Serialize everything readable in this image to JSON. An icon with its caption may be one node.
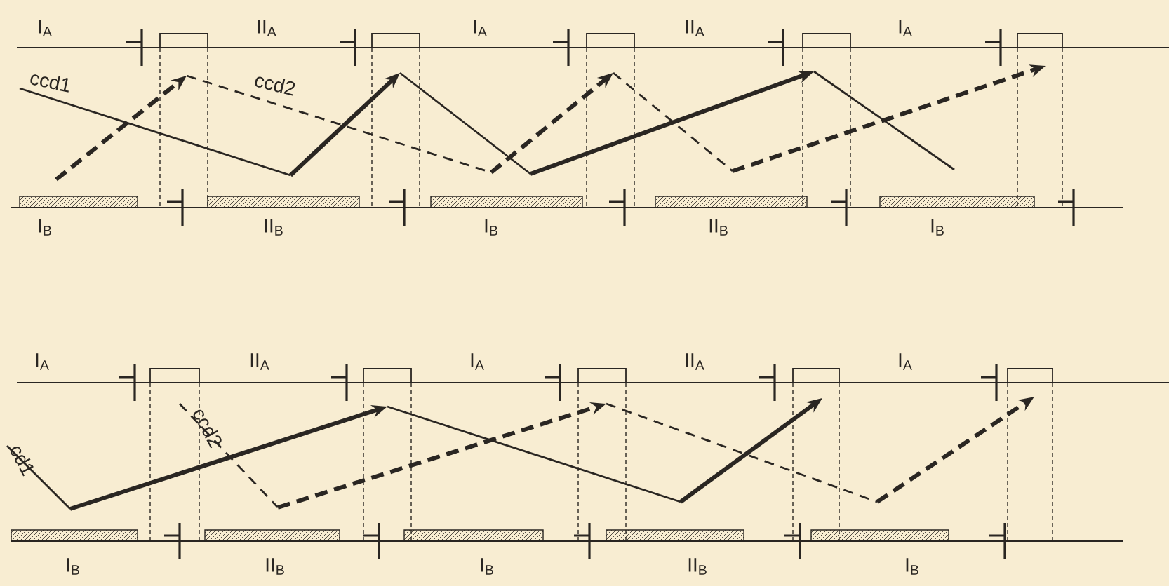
{
  "diagram": {
    "labels": [
      "I$_{A}$",
      "II$_{A}$",
      "I$_{A}$",
      "II$_{A}$",
      "I$_{A}$",
      "ccd1",
      "ccd2",
      "I$_{B}$",
      "II$_{B}$",
      "I$_{B}$",
      "II$_{B}$",
      "I$_{B}$",
      "I$_{A}$",
      "II$_{A}$",
      "I$_{A}$",
      "II$_{A}$",
      "I$_{A}$",
      "cd1",
      "ccd2",
      "I$_{B}$",
      "II$_{B}$",
      "I$_{B}$",
      "II$_{B}$",
      "I$_{B}$"
    ]
  }
}
